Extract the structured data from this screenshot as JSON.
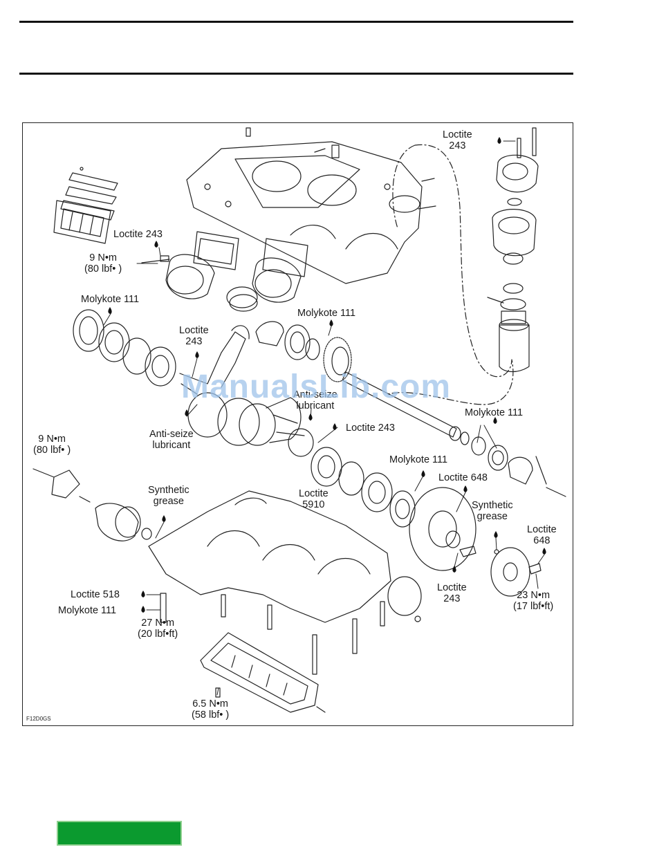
{
  "figure": {
    "code": "F12D0GS",
    "watermark": "ManualsLib.com",
    "labels": {
      "loctite_243_pump": [
        "Loctite",
        "243"
      ],
      "loctite_243_left": [
        "Loctite 243"
      ],
      "torque_9nm_top": [
        "9 N•m",
        "(80 lbf•    )"
      ],
      "molykote_111_left": [
        "Molykote 111"
      ],
      "molykote_111_mid": [
        "Molykote 111"
      ],
      "loctite_243_crank": [
        "Loctite",
        "243"
      ],
      "antiseize_center": [
        "Anti-seize",
        "lubricant"
      ],
      "antiseize_left": [
        "Anti-seize",
        "lubricant"
      ],
      "loctite_243_shaft": [
        "Loctite 243"
      ],
      "molykote_111_right": [
        "Molykote 111"
      ],
      "torque_9nm_left": [
        "9 N•m",
        "(80 lbf•    )"
      ],
      "molykote_111_flywheel": [
        "Molykote 111"
      ],
      "loctite_648_flywheel": [
        "Loctite 648"
      ],
      "synthetic_grease_left": [
        "Synthetic",
        "grease"
      ],
      "loctite_5910": [
        "Loctite",
        "5910"
      ],
      "synthetic_grease_right": [
        "Synthetic",
        "grease"
      ],
      "loctite_648_right": [
        "Loctite",
        "648"
      ],
      "loctite_518": [
        "Loctite 518"
      ],
      "molykote_111_bottom": [
        "Molykote 111"
      ],
      "torque_27nm": [
        "27 N•m",
        "(20 lbf•ft)"
      ],
      "loctite_243_bottom": [
        "Loctite",
        "243"
      ],
      "torque_23nm": [
        "23 N•m",
        "(17 lbf•ft)"
      ],
      "torque_6_5nm": [
        "6.5 N•m",
        "(58 lbf•    )"
      ]
    }
  },
  "footer": {
    "color": "#0b9a2f"
  }
}
